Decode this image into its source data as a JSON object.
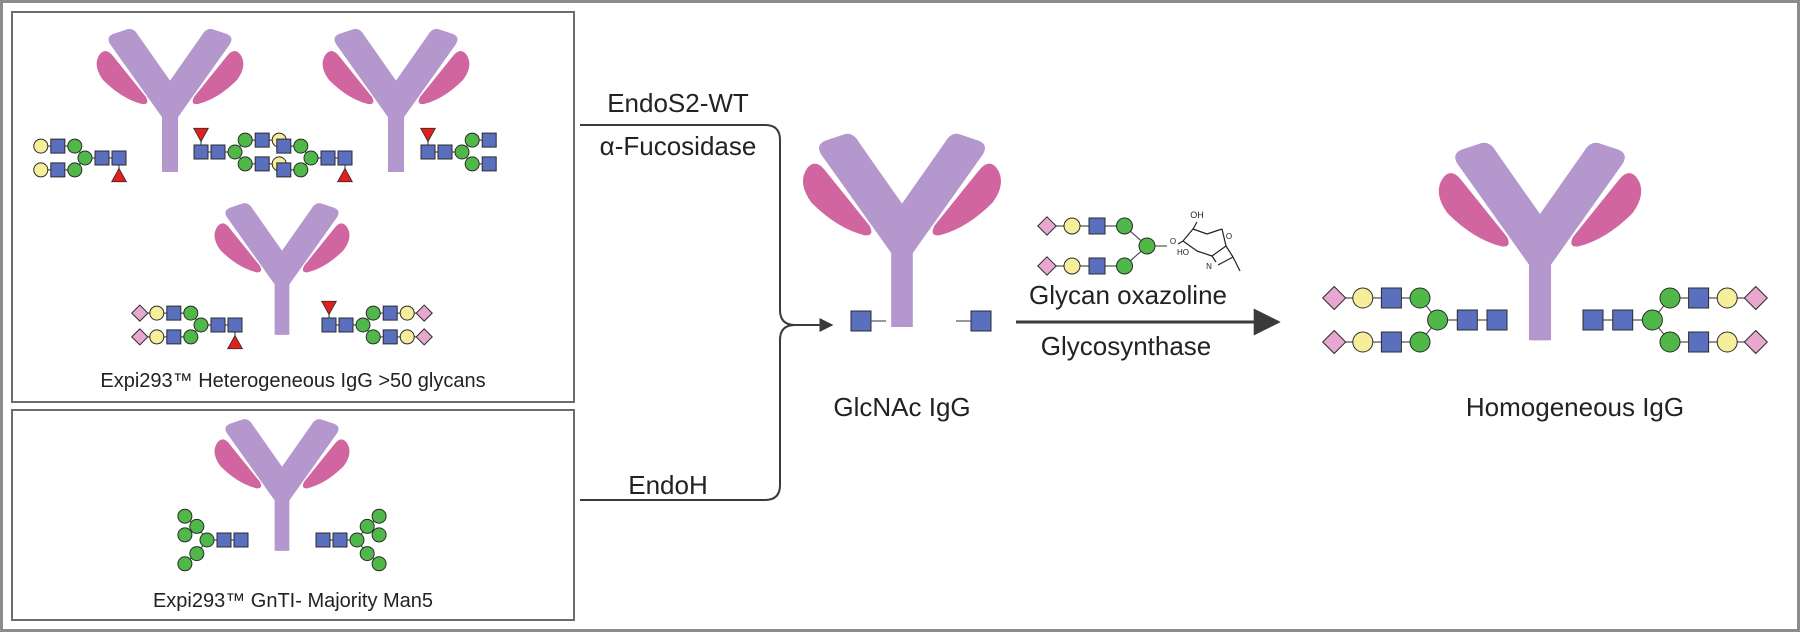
{
  "labels": {
    "heterogeneous_box": "Expi293™ Heterogeneous IgG >50 glycans",
    "gnti_box": "Expi293™ GnTI- Majority Man5",
    "endos2": "EndoS2-WT",
    "fucosidase": "α-Fucosidase",
    "endoh": "EndoH",
    "glcnac_igg": "GlcNAc IgG",
    "glycan_oxazoline": "Glycan oxazoline",
    "glycosynthase": "Glycosynthase",
    "homogeneous_igg": "Homogeneous IgG",
    "oxazoline_oh": "OH",
    "oxazoline_ho": "HO",
    "oxazoline_o": "O",
    "oxazoline_ring_o": "O",
    "oxazoline_n": "N"
  },
  "colors": {
    "heavy_chain": "#b397cd",
    "light_chain": "#d0659f",
    "glcnac": "#5b6fbf",
    "mannose": "#4fb848",
    "galactose": "#f6ee9a",
    "sialic_acid": "#e8a7cf",
    "fucose": "#e0201c",
    "frame": "#8c8c8c",
    "arrow": "#3a3a3a"
  }
}
